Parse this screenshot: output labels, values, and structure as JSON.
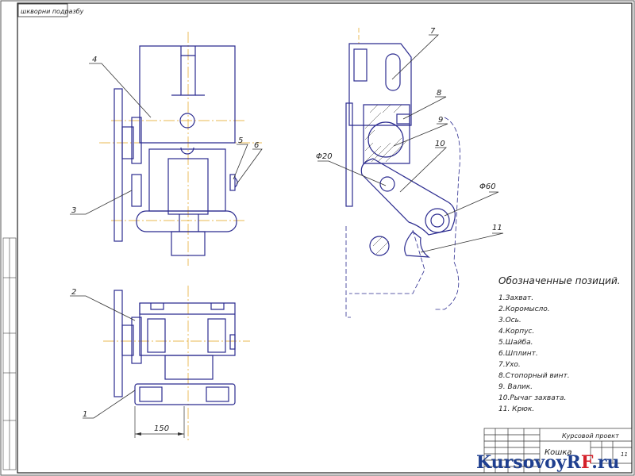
{
  "stamp_text": "шкворни подразбу",
  "callouts": [
    "1",
    "2",
    "3",
    "4",
    "5",
    "6",
    "7",
    "8",
    "9",
    "10",
    "11"
  ],
  "dimensions": {
    "width_150": "150",
    "phi20": "Φ20",
    "phi60": "Φ60"
  },
  "legend": {
    "title": "Обозначенные позиций.",
    "items": [
      "1.Захват.",
      "2.Коромысло.",
      "3.Ось.",
      "4.Корпус.",
      "5.Шайба.",
      "6.Шплинт.",
      "7.Ухо.",
      "8.Стопорный винт.",
      "9. Валик.",
      "10.Рычаг захвата.",
      "11. Крюк."
    ]
  },
  "title_block": {
    "project": "Курсовой проект",
    "name": "Кошка",
    "sheet_no": "11"
  },
  "watermark": {
    "part1": "KursovoyR",
    "part2": "F",
    "part3": ".ru"
  },
  "colors": {
    "line": "#2b2b8f",
    "centerline": "#e3a21a",
    "hatch": "#333333"
  }
}
